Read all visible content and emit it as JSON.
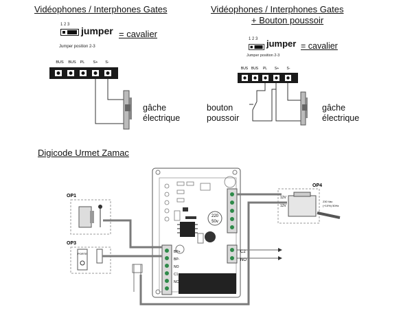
{
  "left": {
    "title": "Vidéophones / Interphones Gates",
    "jumper_pins": "1 2 3",
    "jumper_word": "jumper",
    "equals_cavalier": "= cavalier",
    "jumper_position": "Jumper position 2-3",
    "terminals": [
      "BUS",
      "BUS",
      "PL",
      "S+",
      "S-"
    ],
    "strike_label_1": "gâche",
    "strike_label_2": "électrique"
  },
  "right": {
    "title_line1": "Vidéophones / Interphones Gates",
    "title_line2": "+ Bouton poussoir",
    "jumper_pins": "1 2 3",
    "jumper_word": "jumper",
    "equals_cavalier": "= cavalier",
    "jumper_position": "Jumper position 2-3",
    "terminals": [
      "BUS",
      "BUS",
      "PL",
      "S+",
      "S-"
    ],
    "button_label_1": "bouton",
    "button_label_2": "poussoir",
    "strike_label_1": "gâche",
    "strike_label_2": "électrique"
  },
  "bottom": {
    "title": "Digicode Urmet Zamac",
    "op1": "OP1",
    "op3": "OP3",
    "op4": "OP4",
    "porte": "PORTE",
    "rating_220": "220",
    "rating_50": "50v",
    "c2": "C2",
    "no": "NO",
    "bp_plus": "BP+",
    "bp_minus": "BP-",
    "ps_no": "NO",
    "c1": "C1",
    "nc": "NC",
    "psu_12v_a": "12V",
    "psu_12v_b": "12V",
    "psu_spec_1": "230 Vac",
    "psu_spec_2": "(+10%) 50Hz"
  },
  "colors": {
    "cable_gray": "#7a7a7a",
    "cable_dark": "#555555",
    "terminal_green": "#2f8a4a",
    "board_fill": "#ffffff"
  }
}
